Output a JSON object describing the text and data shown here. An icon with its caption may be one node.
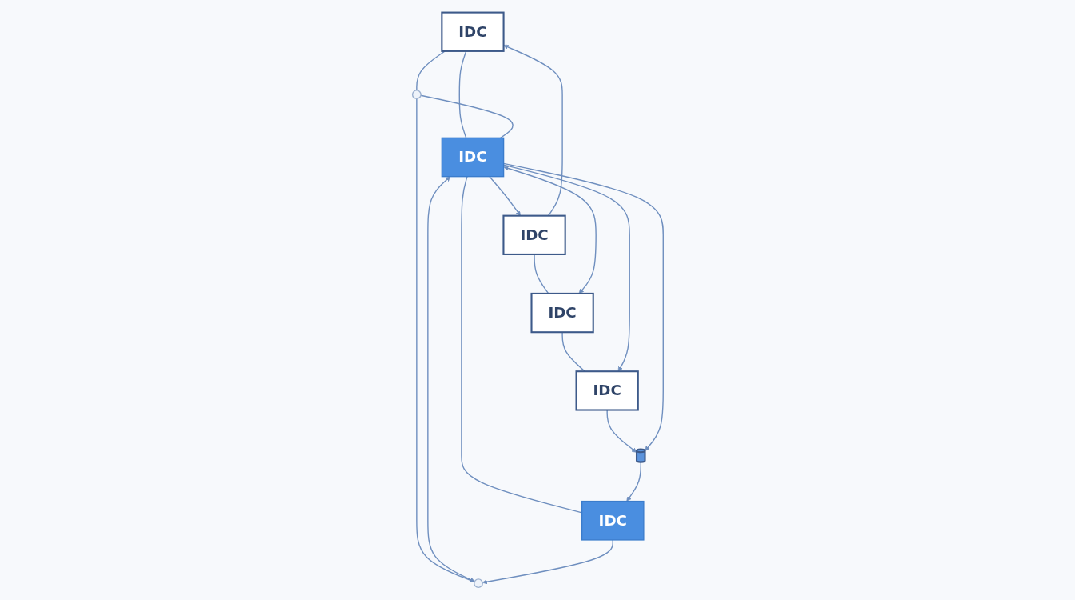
{
  "diagram": {
    "nodes": [
      {
        "text": [
          "IDC"
        ]
      },
      {
        "text": [
          "IDC"
        ]
      },
      {
        "text": [
          "IDC"
        ]
      },
      {
        "text": [],
        "shape": "person"
      },
      {
        "text": [
          "IDC"
        ]
      },
      {
        "text": [
          "IDC"
        ]
      },
      {
        "text": [],
        "shape": "person"
      },
      {
        "text": [
          "IDC"
        ]
      },
      {
        "text": [],
        "shape": "picture"
      }
    ],
    "edges": [
      {
        "from": 1,
        "to": 0,
        "arrow": "to"
      },
      {
        "from": 1,
        "to": 2,
        "arrow": "none"
      },
      {
        "from": 0,
        "to": 3,
        "arrow": "none"
      },
      {
        "from": 2,
        "to": 5,
        "arrow": "none"
      },
      {
        "from": 0,
        "to": 4,
        "arrow": "none"
      },
      {
        "from": 4,
        "to": 1,
        "arrow": "to"
      },
      {
        "from": 4,
        "to": 2,
        "arrow": "both"
      },
      {
        "from": 3,
        "to": 4,
        "arrow": "none"
      },
      {
        "from": 4,
        "to": 5,
        "arrow": "to"
      },
      {
        "from": 5,
        "to": 8,
        "arrow": "to"
      },
      {
        "from": 3,
        "to": 6,
        "arrow": "none"
      },
      {
        "from": 4,
        "to": 6,
        "arrow": "both"
      },
      {
        "from": 4,
        "to": 7,
        "arrow": "none"
      },
      {
        "from": 4,
        "to": 8,
        "arrow": "to"
      },
      {
        "from": 7,
        "to": 6,
        "arrow": "to"
      },
      {
        "from": 8,
        "to": 7,
        "arrow": "to"
      }
    ]
  }
}
